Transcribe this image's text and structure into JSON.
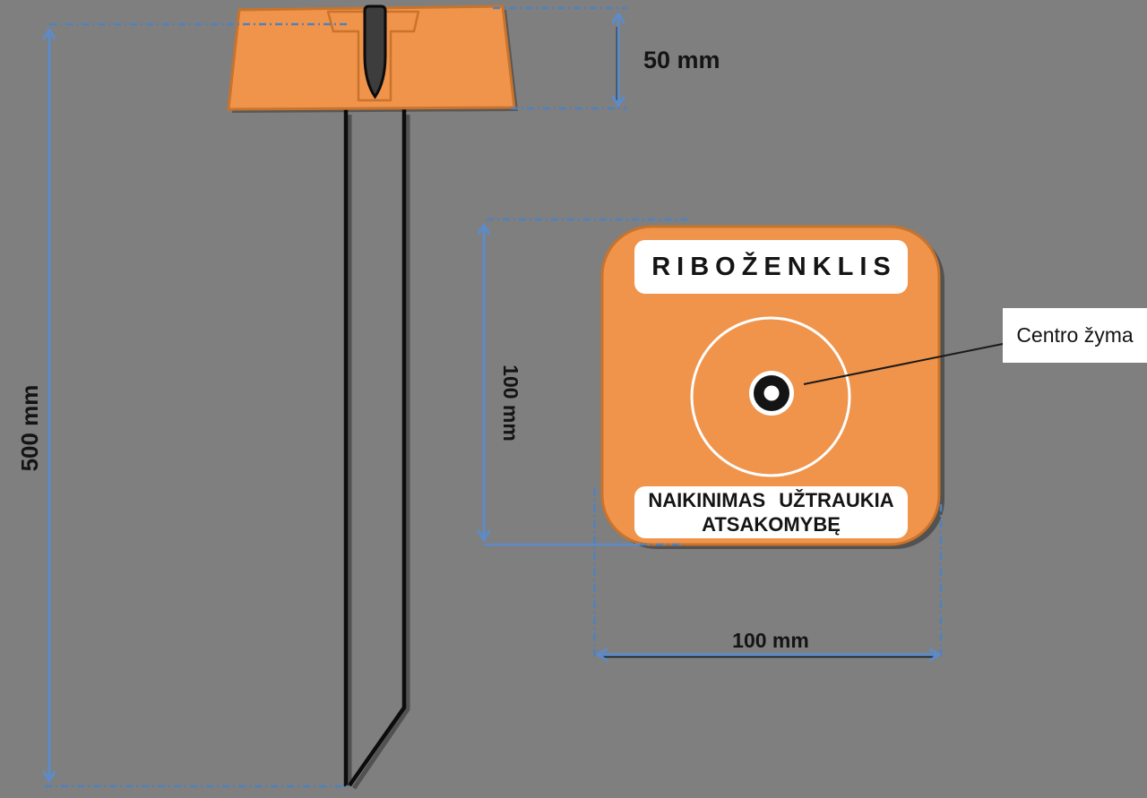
{
  "diagram": {
    "description": "boundary-marker-technical-drawing",
    "background": "#7F7F7F",
    "colors": {
      "marker_orange": "#F0944C",
      "marker_orange_border": "#C9732B",
      "dimension_blue": "#5C8BC9",
      "dimension_dash_blue": "#4F81BD",
      "label_white": "#FFFFFF",
      "text_black": "#141414"
    },
    "dimensions": {
      "stake_height": "500 mm",
      "cap_height": "50 mm",
      "sign_height": "100 mm",
      "sign_width": "100 mm"
    },
    "sign": {
      "title": "RIBOŽENKLIS",
      "warning_line1": "NAIKINIMAS UŽTRAUKIA",
      "warning_line2": "ATSAKOMYBĘ",
      "center_callout": "Centro žyma"
    }
  }
}
